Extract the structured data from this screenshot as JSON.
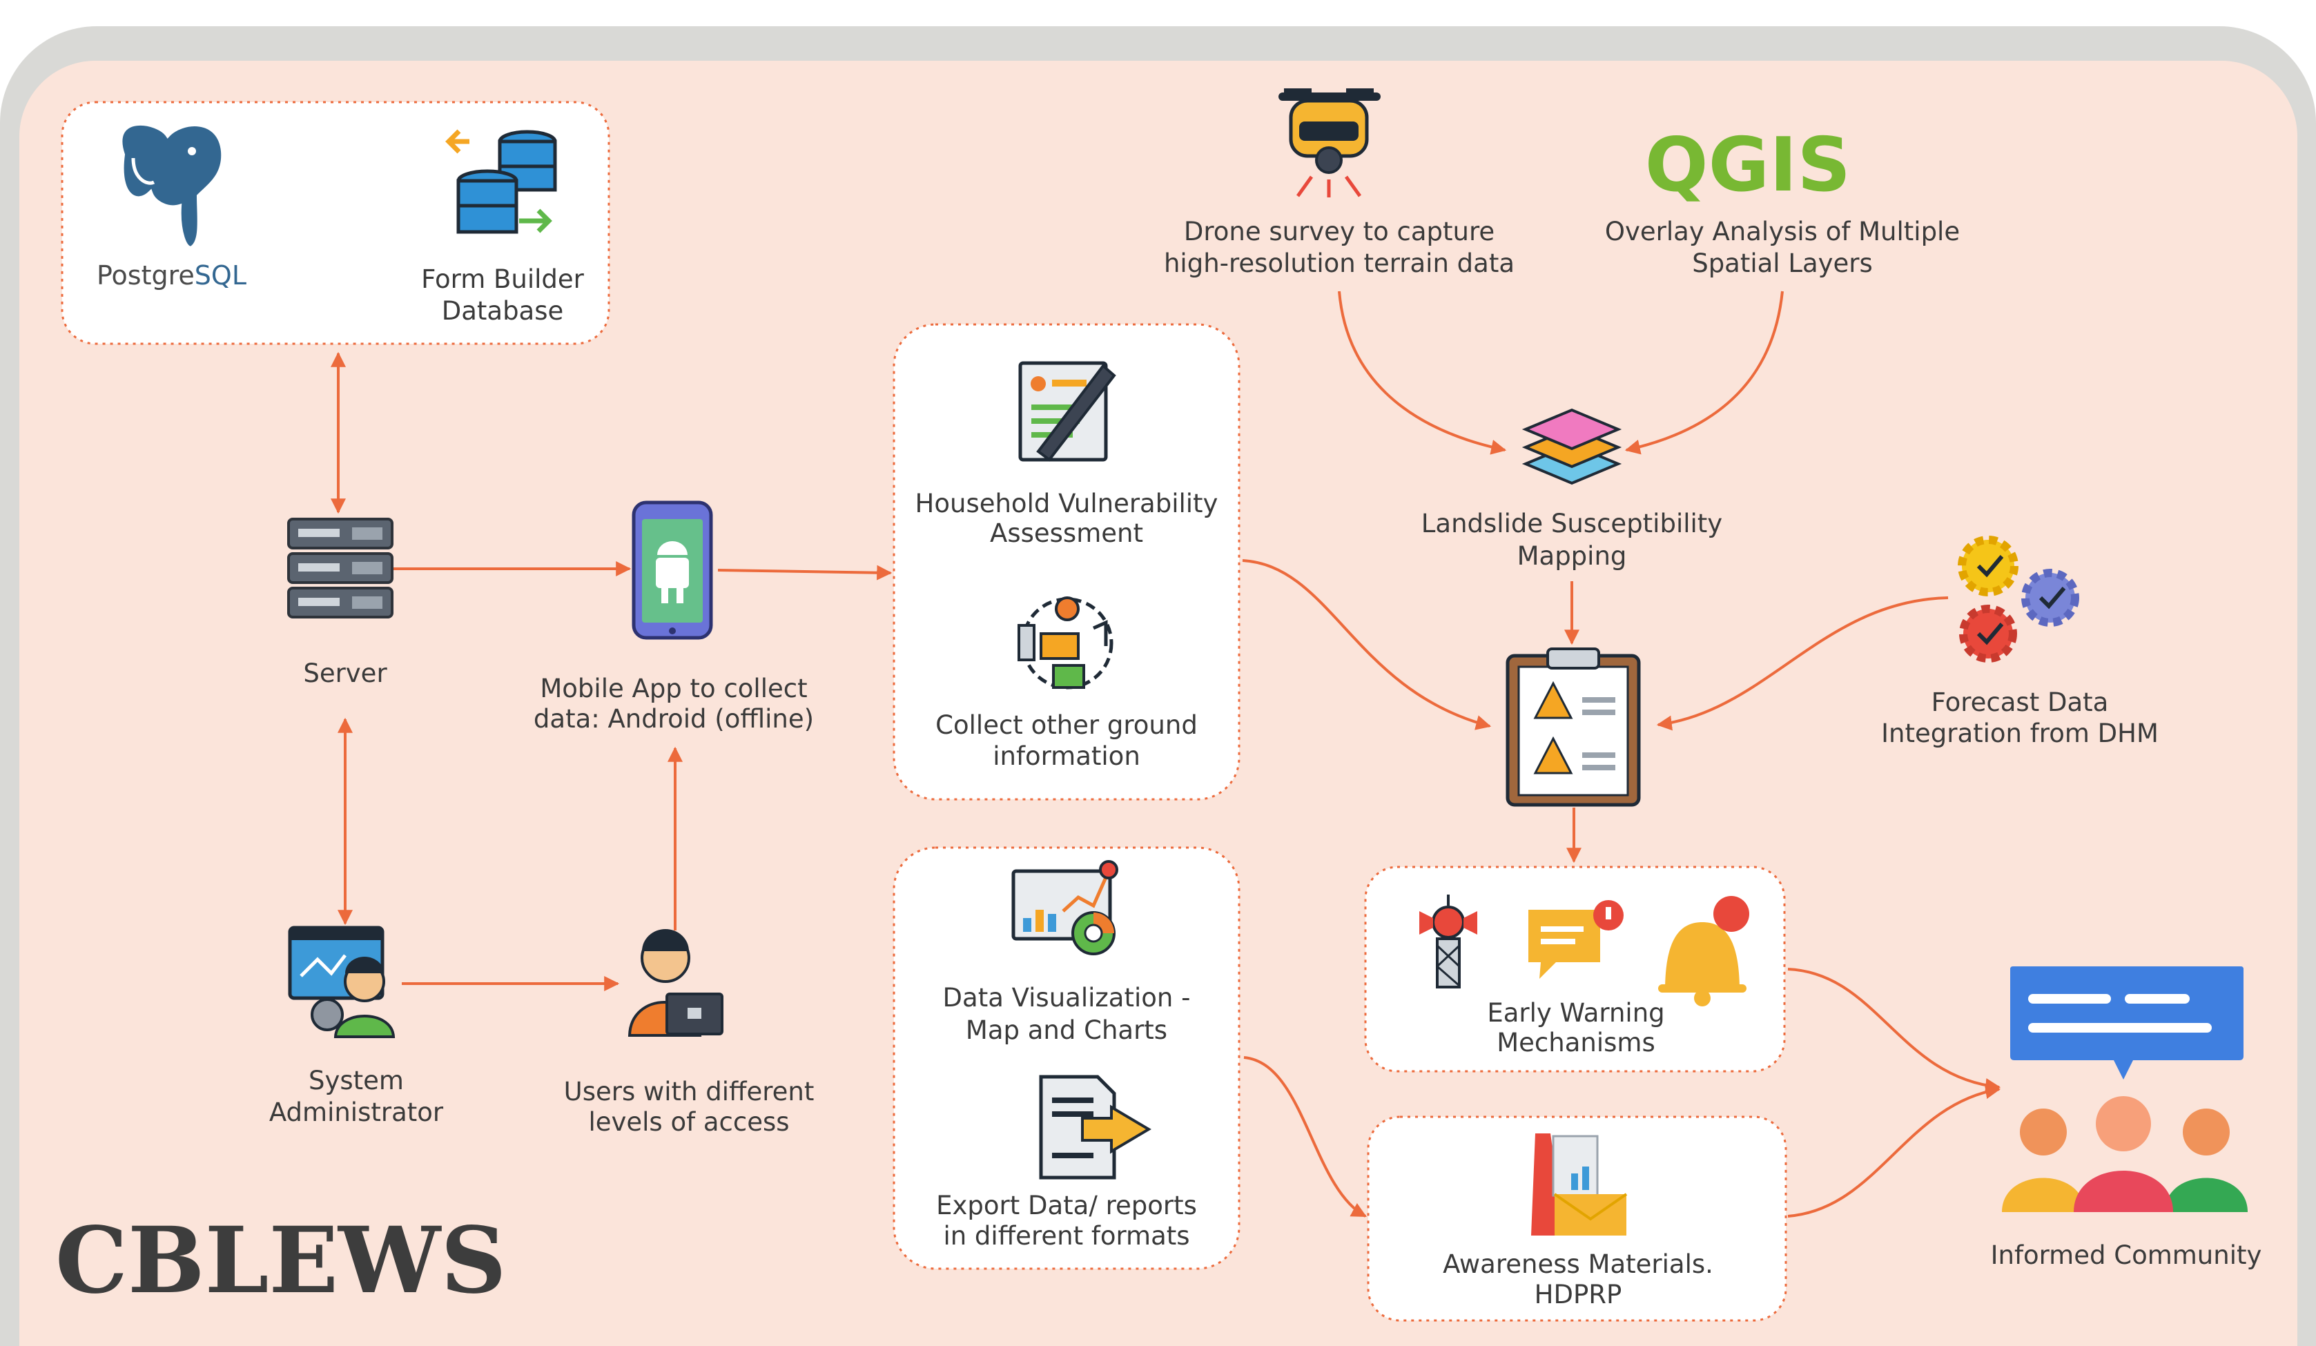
{
  "title": "CBLEWS",
  "nodes": {
    "postgres": {
      "logo_text_a": "Postgre",
      "logo_text_b": "SQL"
    },
    "form_builder": {
      "line1": "Form Builder",
      "line2": "Database"
    },
    "server": {
      "line1": "Server"
    },
    "mobile_app": {
      "line1": "Mobile App to collect",
      "line2": "data: Android (offline)"
    },
    "sysadmin": {
      "line1": "System",
      "line2": "Administrator"
    },
    "users": {
      "line1": "Users with different",
      "line2": "levels of access"
    },
    "household": {
      "line1": "Household Vulnerability",
      "line2": "Assessment"
    },
    "ground_info": {
      "line1": "Collect other ground",
      "line2": "information"
    },
    "data_viz": {
      "line1": "Data Visualization -",
      "line2": "Map and Charts"
    },
    "export": {
      "line1": "Export Data/ reports",
      "line2": "in different formats"
    },
    "drone": {
      "line1": "Drone survey to capture",
      "line2": "high-resolution terrain data"
    },
    "qgis": {
      "logo_text": "QGIS",
      "line1": "Overlay Analysis of Multiple",
      "line2": "Spatial Layers"
    },
    "landslide": {
      "line1": "Landslide Susceptibility",
      "line2": "Mapping"
    },
    "forecast": {
      "line1": "Forecast Data",
      "line2": "Integration from DHM"
    },
    "early_warning": {
      "line1": "Early Warning",
      "line2": "Mechanisms"
    },
    "awareness": {
      "line1": "Awareness Materials.",
      "line2": "HDPRP"
    },
    "community": {
      "line1": "Informed Community"
    }
  },
  "colors": {
    "background": "#fbe4da",
    "frame": "#d9d9d6",
    "arrow": "#ec6a3c",
    "text": "#3a3a3a",
    "qgis_green": "#78b833",
    "postgres_blue": "#336791"
  }
}
